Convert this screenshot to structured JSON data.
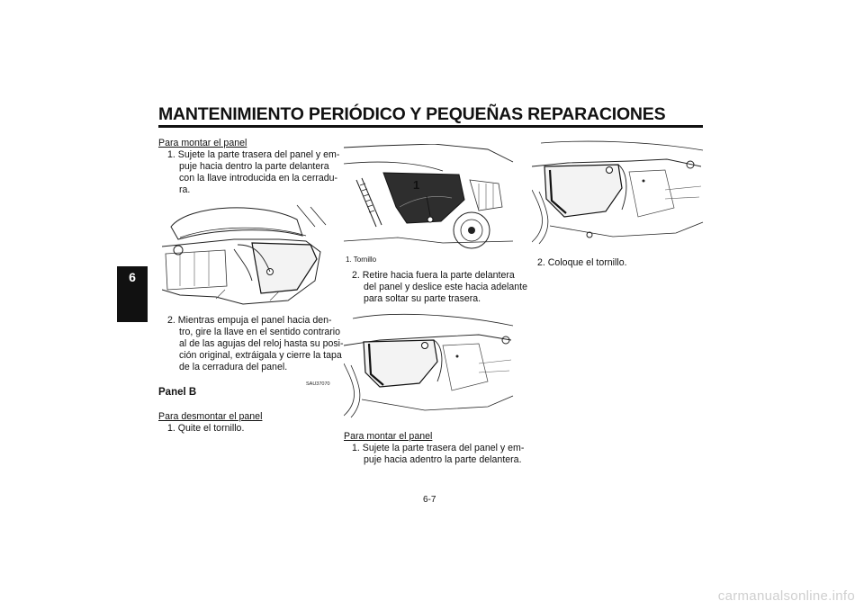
{
  "header": {
    "title": "MANTENIMIENTO PERIÓDICO Y PEQUEÑAS REPARACIONES"
  },
  "chapter_tab": "6",
  "col1": {
    "sub1": "Para montar el panel",
    "step1": [
      "1.  Sujete la parte trasera del panel y em-",
      "puje hacia dentro la parte delantera",
      "con la llave introducida en la cerradu-",
      "ra."
    ],
    "step2": [
      "2.  Mientras empuja el panel hacia den-",
      "tro, gire la llave en el sentido contrario",
      "al de las agujas del reloj hasta su posi-",
      "ción original, extráigala y cierre la tapa",
      "de la cerradura del panel."
    ],
    "code": "SAU37070",
    "heading": "Panel B",
    "sub2": "Para desmontar el panel",
    "step3": "1.  Quite el tornillo."
  },
  "col2": {
    "callout": "1",
    "caption": "1.  Tornillo",
    "step2": [
      "2.  Retire hacia fuera la parte delantera",
      "del panel y deslice este hacia adelante",
      "para soltar su parte trasera."
    ],
    "sub": "Para montar el panel",
    "step1": [
      "1.  Sujete la parte trasera del panel y em-",
      "puje hacia adentro la parte delantera."
    ]
  },
  "col3": {
    "step2": "2.  Coloque el tornillo."
  },
  "page_number": "6-7",
  "footer": "carmanualsonline.info"
}
